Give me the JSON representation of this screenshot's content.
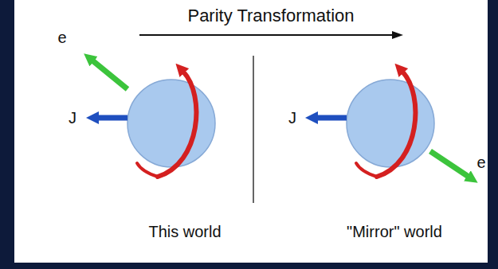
{
  "diagram": {
    "title": "Parity Transformation",
    "labels": [
      "e",
      "J",
      "J",
      "e",
      "This world",
      "\"Mirror\" world"
    ]
  }
}
